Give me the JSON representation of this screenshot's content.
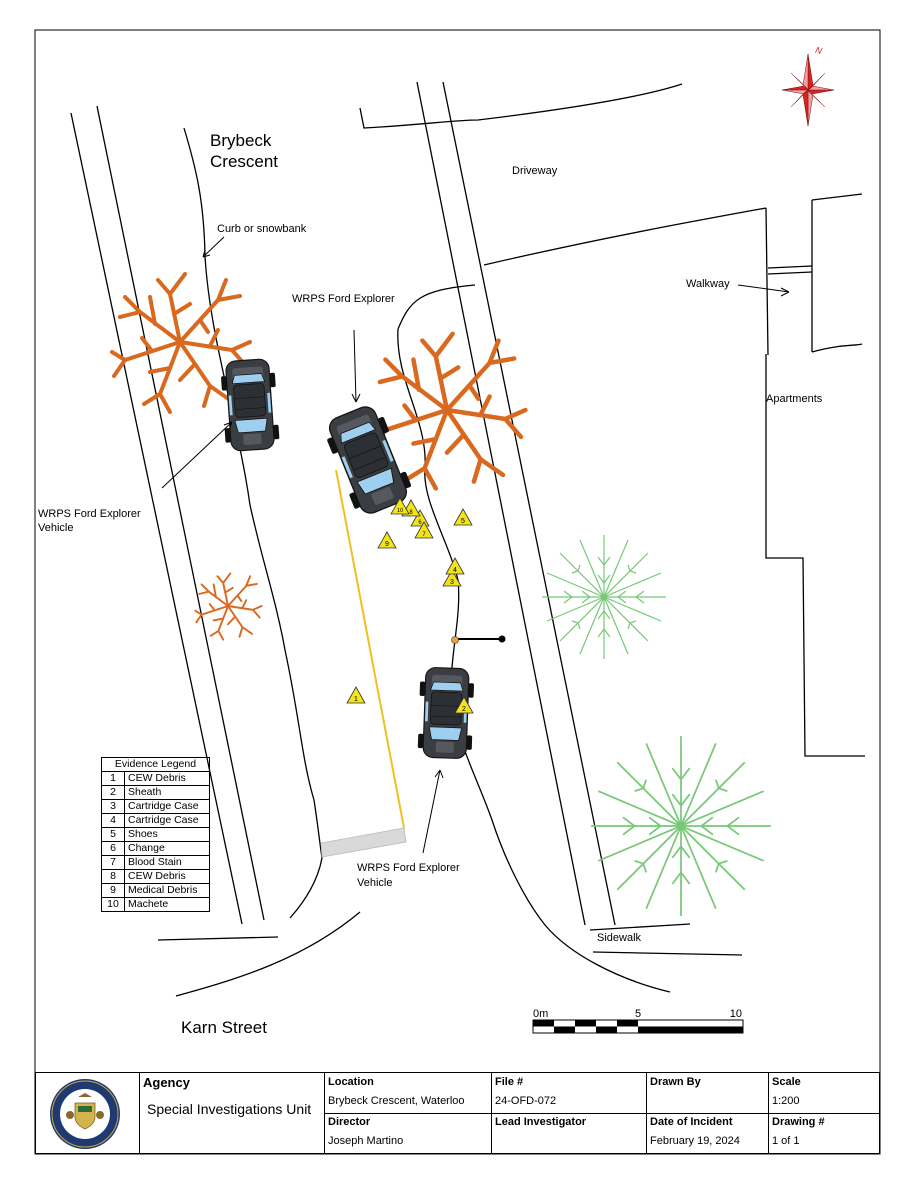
{
  "labels": {
    "street_brybeck": [
      "Brybeck",
      "Crescent"
    ],
    "street_karn": "Karn Street",
    "driveway": "Driveway",
    "walkway": "Walkway",
    "apartments": "Apartments",
    "curb": "Curb or snowbank",
    "sidewalk": "Sidewalk",
    "compass_n": "N",
    "vehicle_top": "WRPS Ford Explorer",
    "vehicle_left": [
      "WRPS Ford Explorer",
      "Vehicle"
    ],
    "vehicle_bottom": [
      "WRPS Ford Explorer",
      "Vehicle"
    ]
  },
  "scale_bar": {
    "ticks": [
      "0m",
      "5",
      "10"
    ]
  },
  "markers": [
    "1",
    "2",
    "3",
    "4",
    "5",
    "6",
    "7",
    "8",
    "9",
    "10"
  ],
  "legend": {
    "title": "Evidence Legend",
    "items": [
      {
        "num": "1",
        "name": "CEW Debris"
      },
      {
        "num": "2",
        "name": "Sheath"
      },
      {
        "num": "3",
        "name": "Cartridge Case"
      },
      {
        "num": "4",
        "name": "Cartridge Case"
      },
      {
        "num": "5",
        "name": "Shoes"
      },
      {
        "num": "6",
        "name": "Change"
      },
      {
        "num": "7",
        "name": "Blood Stain"
      },
      {
        "num": "8",
        "name": "CEW Debris"
      },
      {
        "num": "9",
        "name": "Medical Debris"
      },
      {
        "num": "10",
        "name": "Machete"
      }
    ]
  },
  "title_block": {
    "agency_head": "Agency",
    "agency": "Special Investigations Unit",
    "location_head": "Location",
    "location": "Brybeck Crescent, Waterloo",
    "file_head": "File #",
    "file": "24-OFD-072",
    "drawn_head": "Drawn By",
    "drawn": "",
    "scale_head": "Scale",
    "scale": "1:200",
    "director_head": "Director",
    "director": "Joseph Martino",
    "lead_head": "Lead Investigator",
    "lead": "",
    "date_head": "Date of Incident",
    "date": "February 19, 2024",
    "drawing_head": "Drawing #",
    "drawing": "1 of 1"
  },
  "colors": {
    "tree_orange": "#d8691f",
    "tree_green": "#78c878",
    "marker_yellow": "#f2e31a",
    "curb_line_yellow": "#f0c020",
    "vehicle_body": "#3a3d42",
    "vehicle_glass": "#9fcfee",
    "compass_red": "#d9231f"
  }
}
